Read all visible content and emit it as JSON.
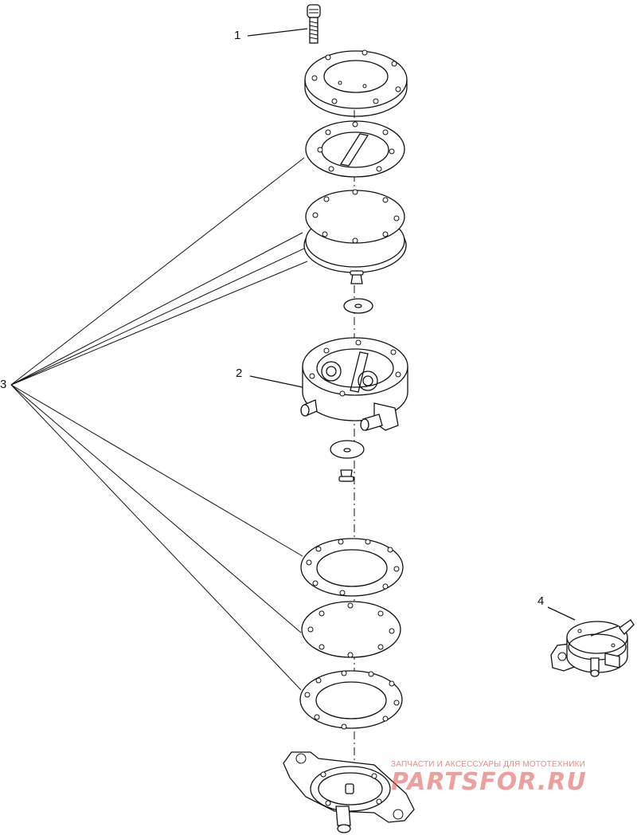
{
  "callouts": {
    "c1": "1",
    "c2": "2",
    "c3": "3",
    "c4": "4"
  },
  "watermark": {
    "caption": "ЗАПЧАСТИ И АКСЕССУАРЫ ДЛЯ МОТОТЕХНИКИ",
    "logo": "PARTSFOR.RU"
  },
  "colors": {
    "line": "#111111",
    "watermark": "#e05050"
  }
}
